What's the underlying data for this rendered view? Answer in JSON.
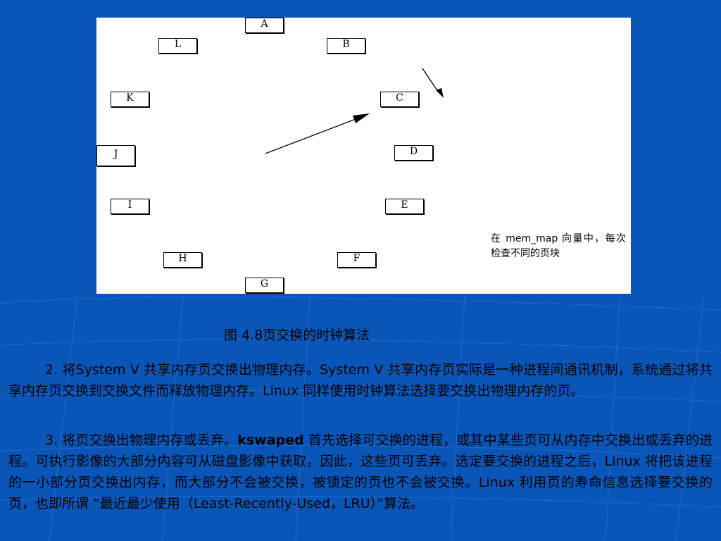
{
  "diagram": {
    "nodes": [
      "A",
      "B",
      "C",
      "D",
      "E",
      "F",
      "G",
      "H",
      "I",
      "J",
      "K",
      "L"
    ],
    "note": "在 mem_map 向量中，每次检查不同的页块"
  },
  "caption": "图 4.8页交换的时钟算法",
  "paragraphs": [
    {
      "parts": [
        "2. 将System V 共享内存页交换出物理内存。System V 共享内存页实际是一种进程间通讯机制，系统通过将共享内存页交换到交换文件而释放物理内存。Linux 同样使用时钟算法选择要交换出物理内存的页。"
      ]
    },
    {
      "parts": [
        "3. 将页交换出物理内存或丢弃。",
        "kswaped",
        " 首先选择可交换的进程，或其中某些页可从内存中交换出或丢弃的进程。可执行影像的大部分内容可从磁盘影像中获取，因此，这些页可丢弃。选定要交换的进程之后，Linux 将把该进程的一小部分页交换出内存，而大部分不会被交换，被锁定的页也不会被交换。Linux 利用页的寿命信息选择要交换的页，也即所谓 “最近最少使用（Least-Recently-Used，LRU）”算法。"
      ]
    }
  ]
}
